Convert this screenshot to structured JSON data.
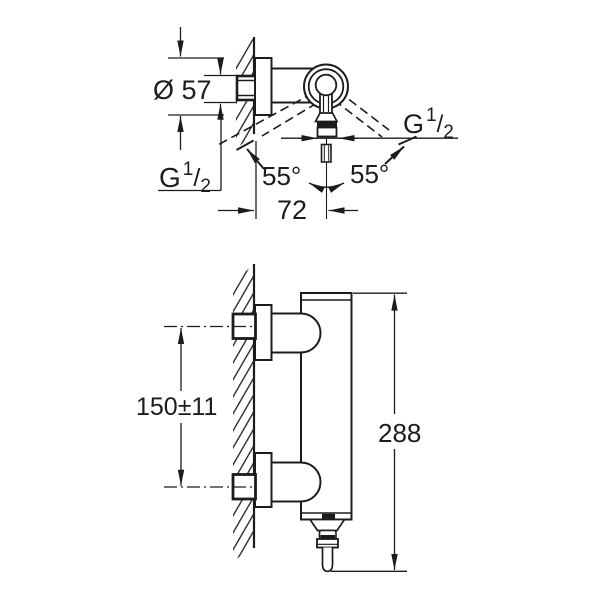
{
  "drawing": {
    "kind": "technical-dimension-drawing",
    "colors": {
      "ink": "#1c1c1c",
      "background": "#ffffff"
    },
    "top_view": {
      "labels": {
        "escutcheon_diameter": "Ø 57",
        "thread_left": {
          "base": "G",
          "sup": "1",
          "slash": "/",
          "sub": "2"
        },
        "swivel_left": "55°",
        "swivel_right": "55°",
        "projection_depth": "72",
        "outlet_thread_right": {
          "base": "G",
          "sup": "1",
          "slash": "/",
          "sub": "2"
        }
      }
    },
    "front_view": {
      "labels": {
        "connection_spacing": "150±11",
        "overall_height": "288"
      }
    }
  }
}
